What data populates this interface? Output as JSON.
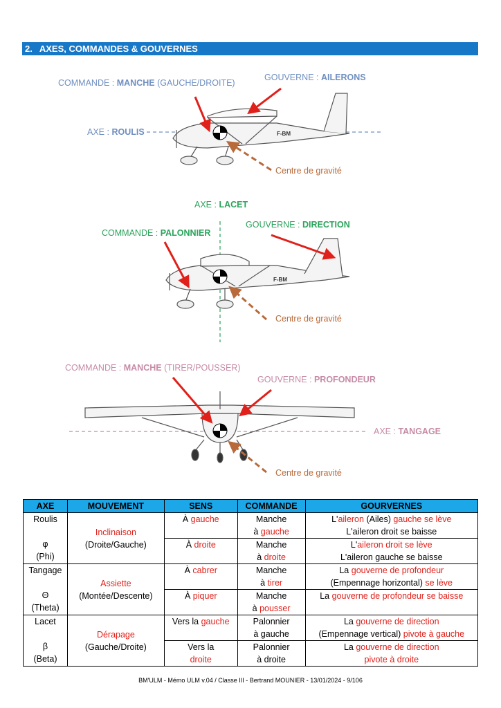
{
  "section": {
    "number": "2.",
    "title": "AXES, COMMANDES & GOUVERNES"
  },
  "roulis_diagram": {
    "commande_prefix": "COMMANDE : ",
    "commande_bold": "MANCHE",
    "commande_suffix": " (GAUCHE/DROITE)",
    "gouverne_prefix": "GOUVERNE : ",
    "gouverne_bold": "AILERONS",
    "axe_prefix": "AXE : ",
    "axe_bold": "ROULIS",
    "cg": "Centre de gravité",
    "registration": "F-BM"
  },
  "lacet_diagram": {
    "axe_prefix": "AXE : ",
    "axe_bold": "LACET",
    "commande_prefix": "COMMANDE : ",
    "commande_bold": "PALONNIER",
    "gouverne_prefix": "GOUVERNE : ",
    "gouverne_bold": "DIRECTION",
    "cg": "Centre de gravité",
    "registration": "F-BM"
  },
  "tangage_diagram": {
    "commande_prefix": "COMMANDE : ",
    "commande_bold": "MANCHE",
    "commande_suffix": " (TIRER/POUSSER)",
    "gouverne_prefix": "GOUVERNE : ",
    "gouverne_bold": "PROFONDEUR",
    "axe_prefix": "AXE : ",
    "axe_bold": "TANGAGE",
    "cg": "Centre de gravité"
  },
  "table": {
    "headers": [
      "AXE",
      "MOUVEMENT",
      "SENS",
      "COMMANDE",
      "GOURVERNES"
    ],
    "roulis": {
      "axe_name": "Roulis",
      "symbol": "φ",
      "symbol_name": "(Phi)",
      "mouvement_red": "Inclinaison",
      "mouvement": "(Droite/Gauche)",
      "row1": {
        "sens_a": "À ",
        "sens_b": "gauche",
        "cmd_l1": "Manche",
        "cmd_a": "à ",
        "cmd_b": "gauche",
        "g_a": "L'",
        "g_b": "aileron",
        "g_c": " (Ailes) ",
        "g_d": "gauche se lève",
        "g_l2": "L'aileron droit se baisse"
      },
      "row2": {
        "sens_a": "À ",
        "sens_b": "droite",
        "cmd_l1": "Manche",
        "cmd_a": "à ",
        "cmd_b": "droite",
        "g_a": "L'",
        "g_b": "aileron droit se lève",
        "g_l2": "L'aileron gauche se baisse"
      }
    },
    "tangage": {
      "axe_name": "Tangage",
      "symbol": "Θ",
      "symbol_name": "(Theta)",
      "mouvement_red": "Assiette",
      "mouvement": "(Montée/Descente)",
      "row1": {
        "sens_a": "À ",
        "sens_b": "cabrer",
        "cmd_l1": "Manche",
        "cmd_a": "à ",
        "cmd_b": "tirer",
        "g_a": "La ",
        "g_b": "gouverne de profondeur",
        "g_c": "(Empennage horizontal) ",
        "g_d": "se lève"
      },
      "row2": {
        "sens_a": "À ",
        "sens_b": "piquer",
        "cmd_l1": "Manche",
        "cmd_a": "à ",
        "cmd_b": "pousser",
        "g_a": "La ",
        "g_b": "gouverne de profondeur se baisse"
      }
    },
    "lacet": {
      "axe_name": "Lacet",
      "symbol": "β",
      "symbol_name": "(Beta)",
      "mouvement_red": "Dérapage",
      "mouvement": "(Gauche/Droite)",
      "row1": {
        "sens_a": "Vers la ",
        "sens_b": "gauche",
        "cmd_l1": "Palonnier",
        "cmd_l2": "à gauche",
        "g_a": "La ",
        "g_b": "gouverne de direction",
        "g_c": "(Empennage vertical) ",
        "g_d": "pivote à gauche"
      },
      "row2": {
        "sens_l1": "Vers la",
        "sens_b": "droite",
        "cmd_l1": "Palonnier",
        "cmd_l2": "à droite",
        "g_a": "La ",
        "g_b": "gouverne de direction",
        "g_l2": "pivote à droite"
      }
    }
  },
  "footer": "BM'ULM - Mémo ULM v.04 / Classe III - Bertrand MOUNIER - 13/01/2024 - 9/106",
  "colors": {
    "roulis": "#6f8fc0",
    "lacet": "#29a35a",
    "tangage": "#c68ba6",
    "arrow_red": "#e0201a",
    "cg_brown": "#b86a3a",
    "header_bar": "#1878c8",
    "table_header": "#1ba7e8",
    "text_red": "#e0201a"
  }
}
